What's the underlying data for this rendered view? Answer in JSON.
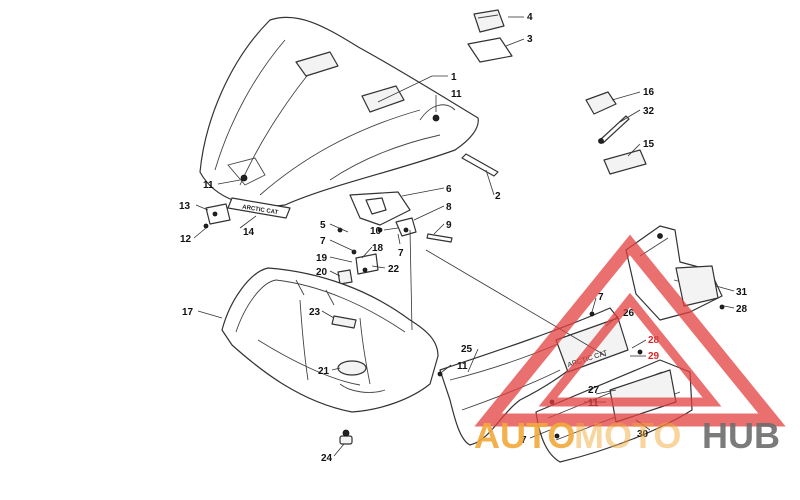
{
  "diagram": {
    "callouts": [
      {
        "id": "c1",
        "label": "1"
      },
      {
        "id": "c2",
        "label": "2"
      },
      {
        "id": "c3",
        "label": "3"
      },
      {
        "id": "c4",
        "label": "4"
      },
      {
        "id": "c5",
        "label": "5"
      },
      {
        "id": "c6",
        "label": "6"
      },
      {
        "id": "c7a",
        "label": "7"
      },
      {
        "id": "c7b",
        "label": "7"
      },
      {
        "id": "c7c",
        "label": "7"
      },
      {
        "id": "c7d",
        "label": "7"
      },
      {
        "id": "c8",
        "label": "8"
      },
      {
        "id": "c9",
        "label": "9"
      },
      {
        "id": "c10",
        "label": "10"
      },
      {
        "id": "c11a",
        "label": "11"
      },
      {
        "id": "c11b",
        "label": "11"
      },
      {
        "id": "c11c",
        "label": "11"
      },
      {
        "id": "c11d",
        "label": "11"
      },
      {
        "id": "c12",
        "label": "12"
      },
      {
        "id": "c13",
        "label": "13"
      },
      {
        "id": "c14",
        "label": "14"
      },
      {
        "id": "c15",
        "label": "15"
      },
      {
        "id": "c16",
        "label": "16"
      },
      {
        "id": "c17",
        "label": "17"
      },
      {
        "id": "c18",
        "label": "18"
      },
      {
        "id": "c19",
        "label": "19"
      },
      {
        "id": "c20",
        "label": "20"
      },
      {
        "id": "c21",
        "label": "21"
      },
      {
        "id": "c22",
        "label": "22"
      },
      {
        "id": "c23",
        "label": "23"
      },
      {
        "id": "c24",
        "label": "24"
      },
      {
        "id": "c25",
        "label": "25"
      },
      {
        "id": "c26",
        "label": "26"
      },
      {
        "id": "c27",
        "label": "27"
      },
      {
        "id": "c28a",
        "label": "28"
      },
      {
        "id": "c28b",
        "label": "28"
      },
      {
        "id": "c29",
        "label": "29"
      },
      {
        "id": "c30",
        "label": "30"
      },
      {
        "id": "c31",
        "label": "31"
      },
      {
        "id": "c32",
        "label": "32"
      }
    ],
    "decal_text": "ARCTIC CAT"
  },
  "watermark": {
    "part1": "AUTO",
    "part2": "MOTO",
    "part3": "HUB",
    "color_orange": "#f2a93b",
    "color_gray": "#6d6d6d",
    "color_red": "#e34040"
  }
}
